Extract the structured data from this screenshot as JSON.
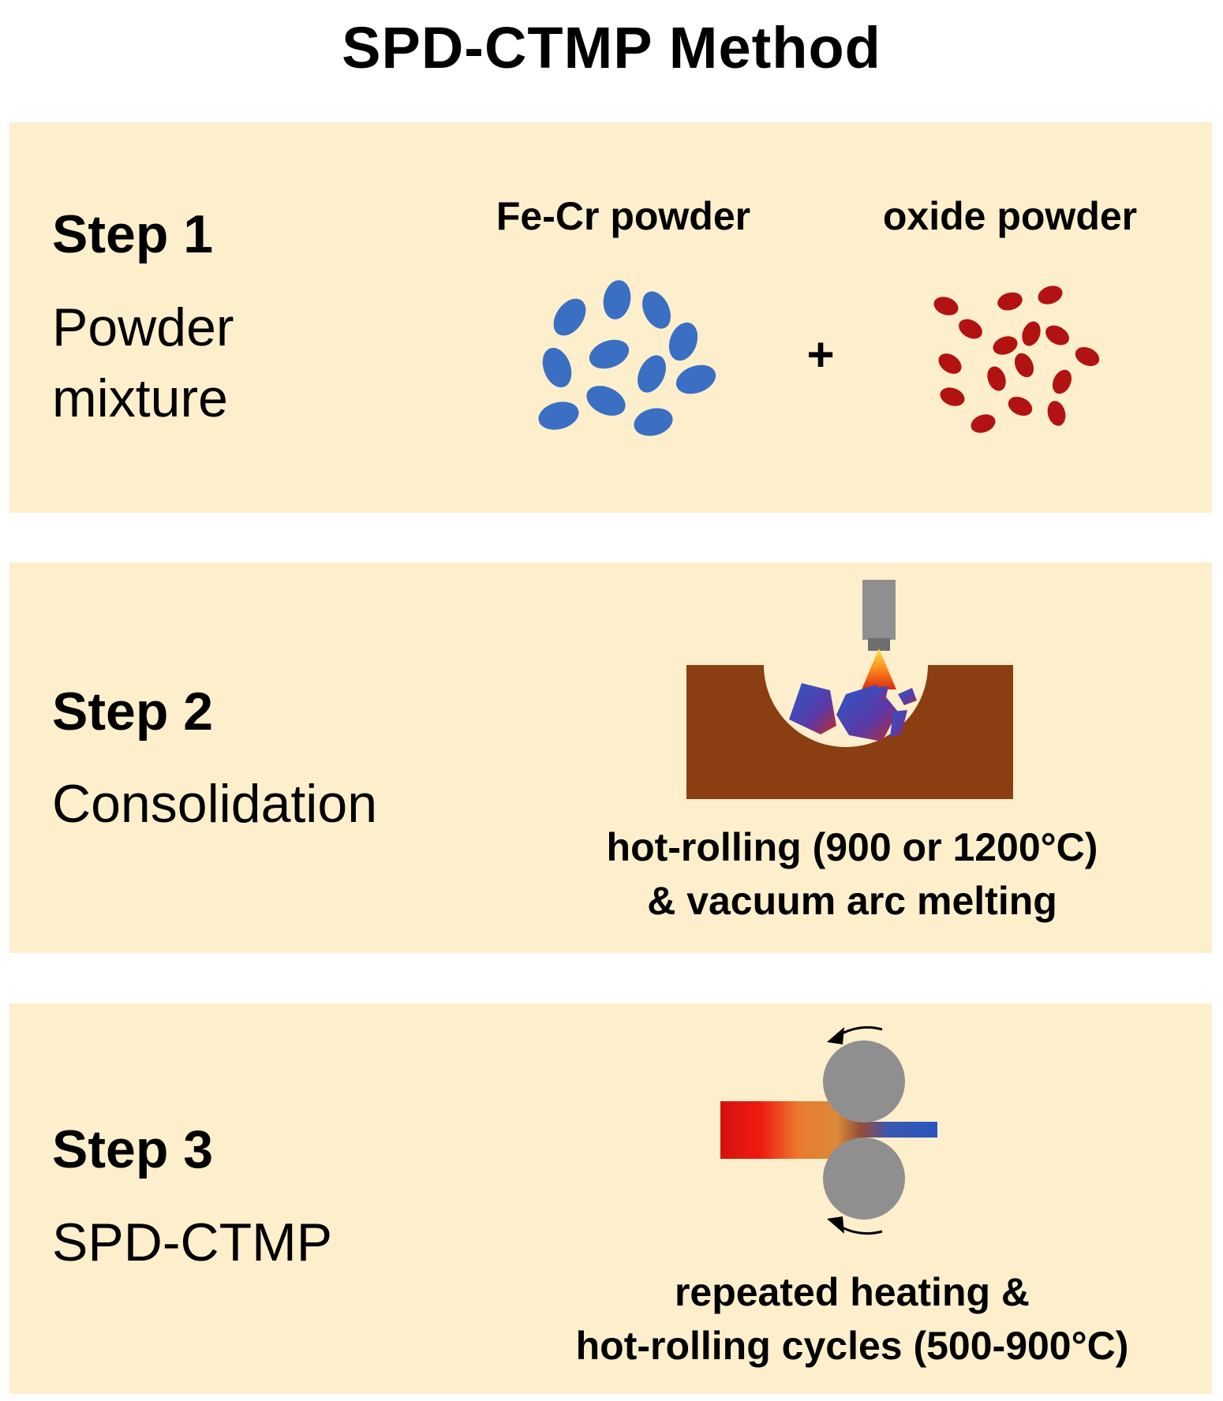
{
  "title": "SPD-CTMP Method",
  "steps": [
    {
      "label": "Step 1",
      "description": "Powder\nmixture",
      "powders": {
        "left": "Fe-Cr powder",
        "right": "oxide powder"
      },
      "operator": "+"
    },
    {
      "label": "Step 2",
      "description": "Consolidation",
      "caption": "hot-rolling (900 or 1200°C)\n& vacuum arc melting"
    },
    {
      "label": "Step 3",
      "description": "SPD-CTMP",
      "caption": "repeated heating &\nhot-rolling cycles (500-900°C)"
    }
  ],
  "colors": {
    "panel": "#fdefcc",
    "fecr_particle": "#3a6fc4",
    "oxide_particle": "#b31212",
    "crucible": "#8b3e12",
    "roller": "#8f8f8f"
  }
}
